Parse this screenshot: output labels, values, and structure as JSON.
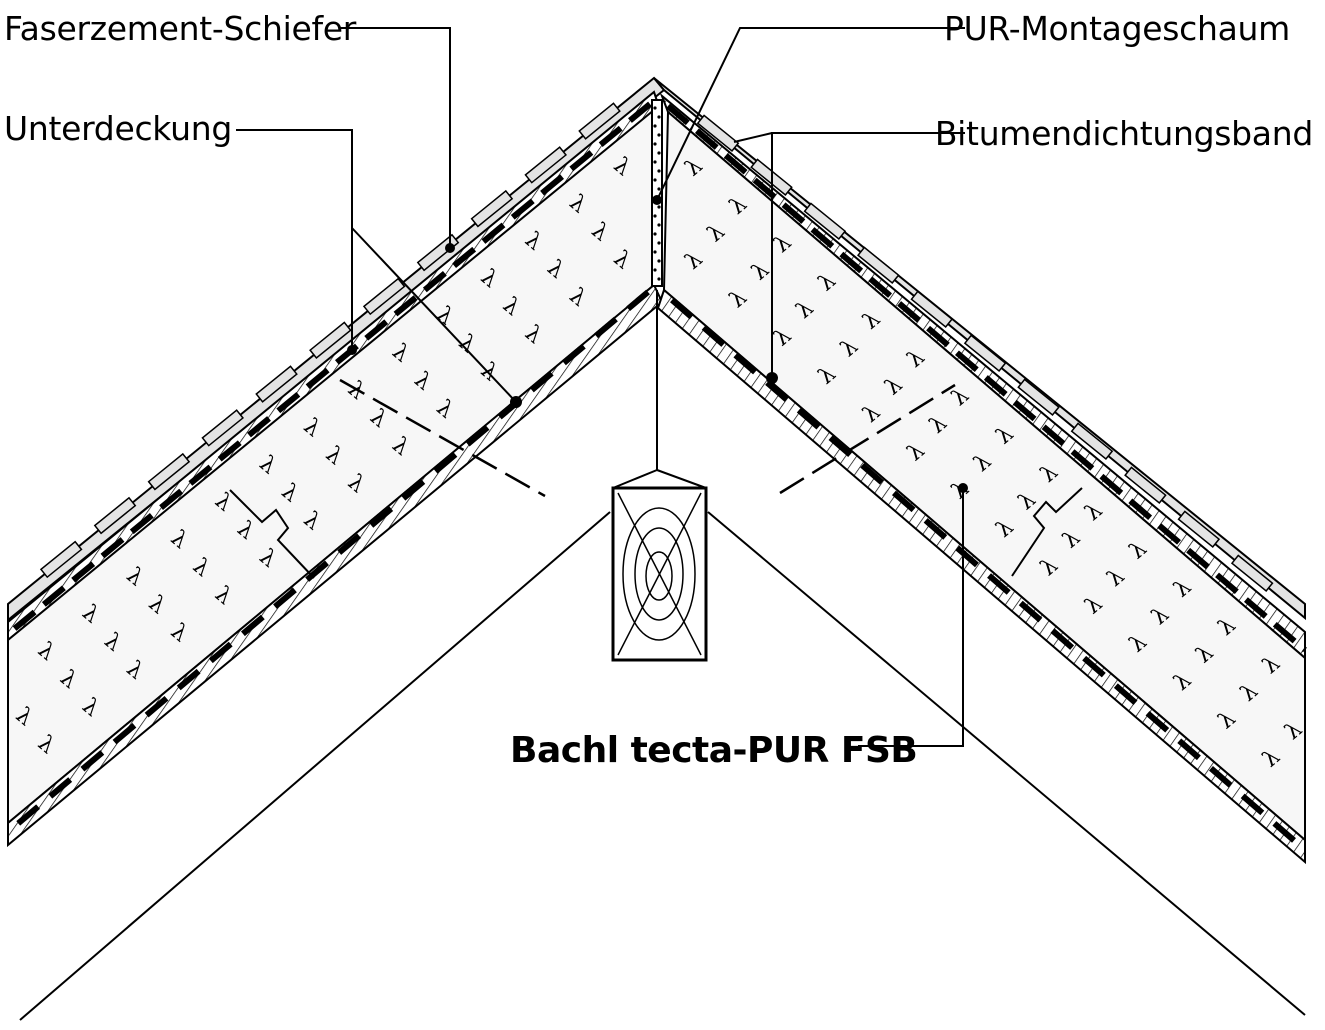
{
  "labels": {
    "slate": "Faserzement-Schiefer",
    "underlay": "Unterdeckung",
    "foam": "PUR-Montageschaum",
    "bitumen_tape": "Bitumendichtungsband",
    "product": "Bachl tecta-PUR FSB"
  },
  "symbols": {
    "insulation_mark": "λ"
  },
  "colors": {
    "line": "#000000",
    "background": "#ffffff",
    "slate_fill": "#e4e4e4",
    "insulation_fill": "#f7f7f7"
  }
}
